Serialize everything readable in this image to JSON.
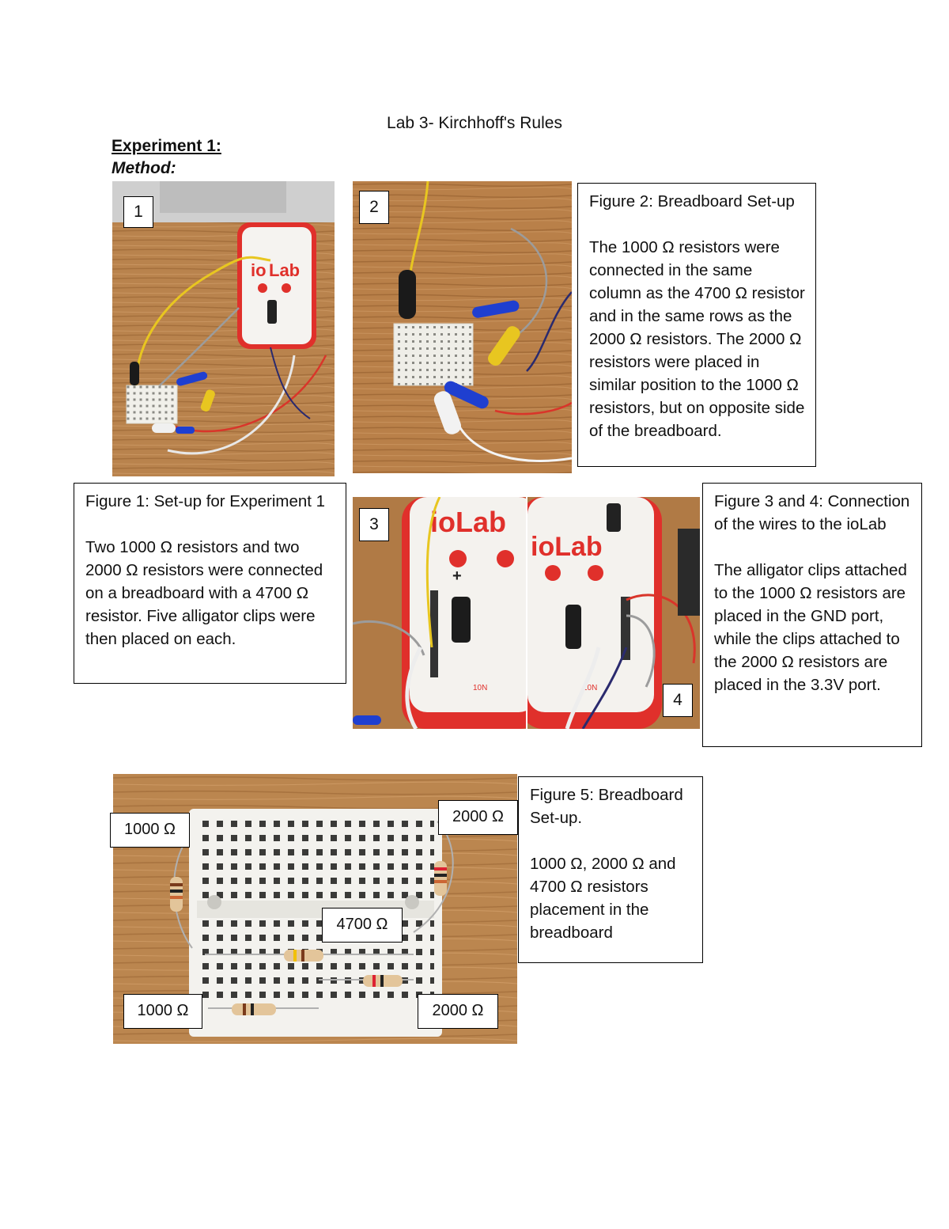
{
  "page": {
    "title": "Lab 3- Kirchhoff's Rules",
    "experiment_heading": "Experiment 1:",
    "method_heading": "Method:"
  },
  "figures": {
    "photo_numbers": [
      "1",
      "2",
      "3",
      "4"
    ],
    "fig1_caption": {
      "title": "Figure 1: Set-up for Experiment 1",
      "body": "Two 1000 Ω resistors and two 2000 Ω resistors were connected on a breadboard with a 4700 Ω resistor. Five alligator clips were then placed on each."
    },
    "fig2_caption": {
      "title": "Figure 2: Breadboard Set-up",
      "body": "The 1000 Ω resistors were connected in the same column as the 4700 Ω resistor and in the same rows as the 2000 Ω resistors. The 2000 Ω resistors were placed in similar position to the 1000 Ω resistors, but on opposite side of the breadboard."
    },
    "fig34_caption": {
      "title": "Figure 3 and 4: Connection of the wires to the ioLab",
      "body": "The alligator clips attached to the 1000 Ω resistors are placed in the GND port, while the clips attached to the 2000 Ω resistors are placed in the 3.3V port."
    },
    "fig5_caption": {
      "title": "Figure 5: Breadboard Set-up.",
      "body": "1000 Ω, 2000 Ω and 4700 Ω resistors placement in the breadboard"
    },
    "resistor_labels": {
      "top_left": "1000 Ω",
      "top_right": "2000 Ω",
      "middle": "4700 Ω",
      "bottom_left": "1000 Ω",
      "bottom_right": "2000 Ω"
    },
    "device_text": {
      "brand": "ioLab",
      "force_label": "10N"
    }
  },
  "colors": {
    "wood": "#b9834d",
    "device_red": "#e0302b",
    "breadboard": "#f1f0ea",
    "wire_yellow": "#e8c620",
    "wire_red": "#d9352a",
    "wire_gray": "#9c9c9c",
    "clip_blue": "#1f3fd0"
  }
}
